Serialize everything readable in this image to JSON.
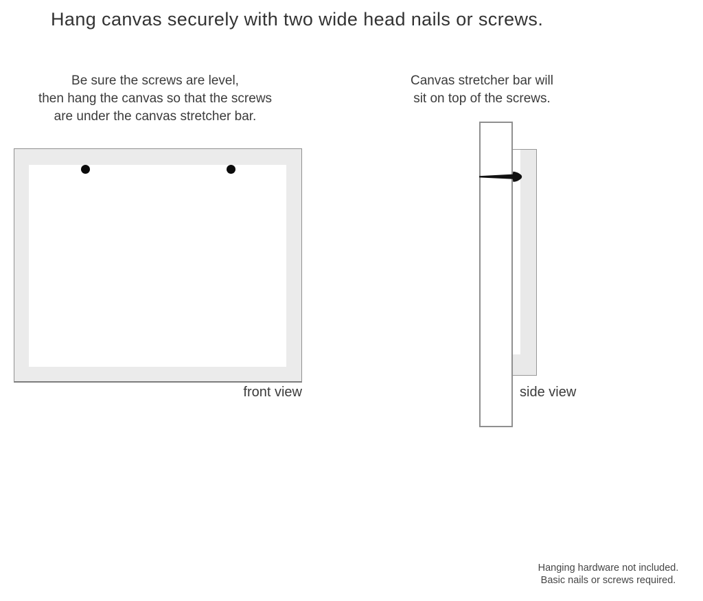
{
  "title": "Hang canvas securely with two wide head nails or screws.",
  "instructions": {
    "left": {
      "lines": [
        "Be sure the screws are level,",
        "then hang the canvas so that the screws",
        "are under the canvas stretcher bar."
      ]
    },
    "right": {
      "lines": [
        "Canvas stretcher bar will",
        "sit on top of the screws."
      ]
    }
  },
  "front_view": {
    "label": "front view",
    "nail_dot_count": 2
  },
  "side_view": {
    "label": "side view"
  },
  "footnote": {
    "lines": [
      "Hanging hardware not included.",
      "Basic nails or screws required."
    ]
  },
  "colors": {
    "background": "#ffffff",
    "canvas_frame_fill": "#ebebeb",
    "outline_gray": "#8f8f8f",
    "nail_black": "#111111",
    "text": "#3b3b3b"
  }
}
